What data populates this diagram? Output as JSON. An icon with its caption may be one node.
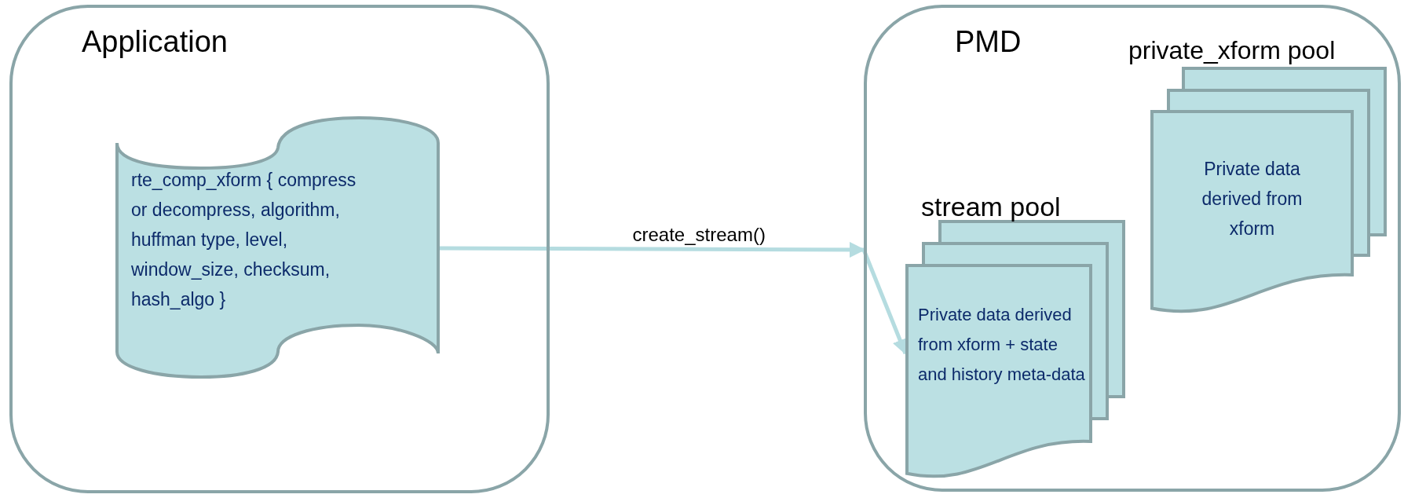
{
  "diagram": {
    "nodes": [
      {
        "text": [
          "Application"
        ]
      },
      {
        "text": [
          "rte_comp_xform { compress or decompress, algorithm, huffman type, level, window_size, checksum, hash_algo }"
        ],
        "in": 0
      },
      {
        "text": [
          "PMD"
        ]
      },
      {
        "text": [
          "stream pool",
          "Private data derived from xform + state and history meta-data"
        ],
        "in": 2
      },
      {
        "text": [
          "private_xform pool",
          "Private data derived from xform"
        ],
        "in": 2
      }
    ],
    "edges": [
      {
        "from": 1,
        "to": 2,
        "arrow": "to",
        "label": "create_stream()"
      },
      {
        "from": 2,
        "to": 3,
        "arrow": "to"
      }
    ]
  }
}
